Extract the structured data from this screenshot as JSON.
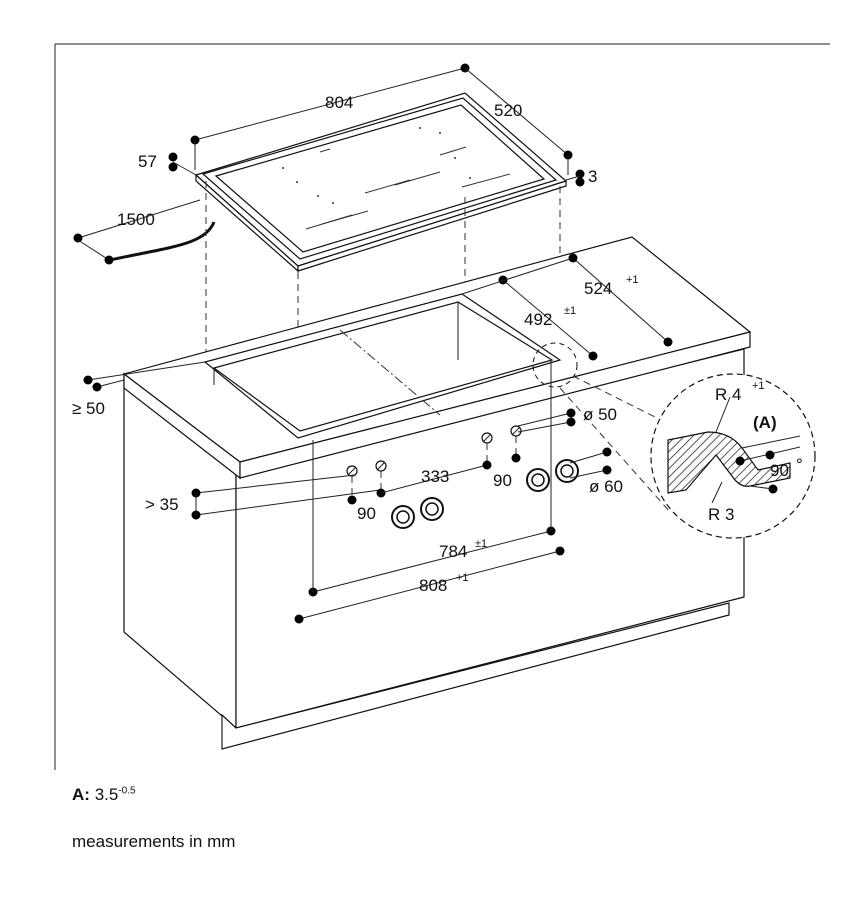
{
  "dimensions": {
    "width_hob": "804",
    "depth_hob": "520",
    "height_total": "57",
    "height_glass": "3",
    "cable": "1500",
    "cutout_depth_outer": "524",
    "cutout_depth_outer_tol": "+1",
    "cutout_depth_inner": "492",
    "cutout_depth_inner_tol": "±1",
    "front_min": "≥ 50",
    "front_gt": "> 35",
    "knob_spacing": "333",
    "knob_90_left": "90",
    "knob_90_right": "90",
    "hole_50": "ø 50",
    "hole_60": "ø 60",
    "cutout_width_inner": "784",
    "cutout_width_inner_tol": "±1",
    "cutout_width_outer": "808",
    "cutout_width_outer_tol": "+1"
  },
  "detail": {
    "radius_top": "R 4",
    "radius_top_tol": "+1",
    "label_a": "(A)",
    "angle": "90",
    "angle_unit": "°",
    "radius_bottom": "R 3"
  },
  "footnote": {
    "label": "A:",
    "value": "3.5",
    "tolerance": "-0.5"
  },
  "units_note": "measurements in mm"
}
